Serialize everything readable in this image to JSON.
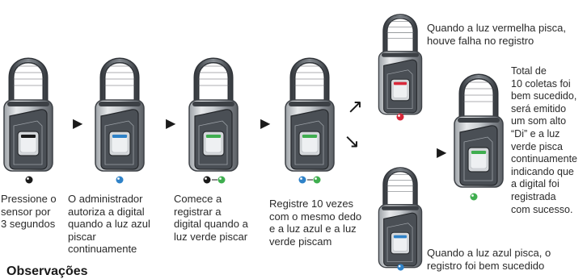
{
  "colors": {
    "off": "#1a1a1a",
    "blue": "#2f82c8",
    "green": "#3fae4f",
    "red": "#d8283a"
  },
  "steps": [
    {
      "caption": "Pressione o\nsensor por\n3 segundos",
      "light": "off",
      "indicator": "single-black"
    },
    {
      "caption": "O administrador\nautoriza a digital\nquando a luz azul\npiscar\ncontinuamente",
      "light": "blue",
      "indicator": "single-blue"
    },
    {
      "caption": "Comece a\nregistrar a\ndigital quando a\nluz verde piscar",
      "light": "green",
      "indicator": "black-to-green"
    },
    {
      "caption": "Registre 10 vezes\ncom o mesmo dedo\ne a luz azul e a luz\nverde piscam",
      "light": "green",
      "indicator": "blue-to-green"
    }
  ],
  "branches": {
    "fail": {
      "caption": "Quando a luz vermelha pisca,\nhouve falha no registro",
      "light": "red"
    },
    "success": {
      "caption": "Quando a luz azul pisca, o\nregistro foi bem sucedido",
      "light": "blue"
    }
  },
  "final": {
    "caption": "Total de\n10 coletas foi\nbem sucedido,\nserá emitido\num som alto\n“Di” e a luz\nverde pisca\ncontinuamente\nindicando que\na digital foi\nregistrada\ncom sucesso.",
    "light": "green"
  },
  "arrows": {
    "right": "▶",
    "up_right": "↗",
    "down_right": "↘"
  },
  "footer_heading": "Observações"
}
